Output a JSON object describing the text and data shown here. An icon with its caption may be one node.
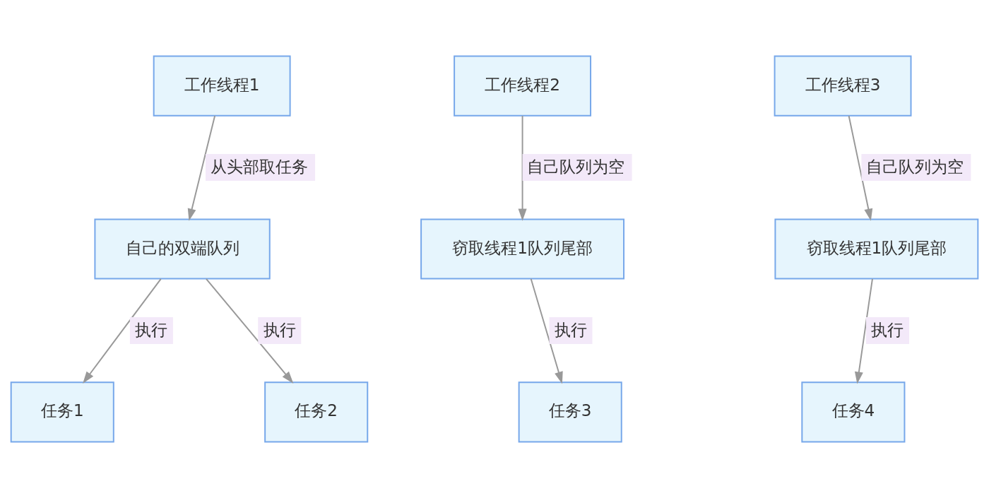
{
  "diagram": {
    "nodes": [
      {
        "text": [
          "工作线程1"
        ]
      },
      {
        "text": [
          "工作线程2"
        ]
      },
      {
        "text": [
          "工作线程3"
        ]
      },
      {
        "text": [
          "自己的双端队列"
        ]
      },
      {
        "text": [
          "窃取线程1队列尾部"
        ]
      },
      {
        "text": [
          "窃取线程1队列尾部"
        ]
      },
      {
        "text": [
          "任务1"
        ]
      },
      {
        "text": [
          "任务2"
        ]
      },
      {
        "text": [
          "任务3"
        ]
      },
      {
        "text": [
          "任务4"
        ]
      }
    ],
    "edges": [
      {
        "from": 0,
        "to": 3,
        "arrow": "to",
        "label": "从头部取任务"
      },
      {
        "from": 3,
        "to": 6,
        "arrow": "to",
        "label": "执行"
      },
      {
        "from": 3,
        "to": 7,
        "arrow": "to",
        "label": "执行"
      },
      {
        "from": 1,
        "to": 4,
        "arrow": "to",
        "label": "自己队列为空"
      },
      {
        "from": 4,
        "to": 8,
        "arrow": "to",
        "label": "执行"
      },
      {
        "from": 2,
        "to": 5,
        "arrow": "to",
        "label": "自己队列为空"
      },
      {
        "from": 5,
        "to": 9,
        "arrow": "to",
        "label": "执行"
      }
    ]
  }
}
